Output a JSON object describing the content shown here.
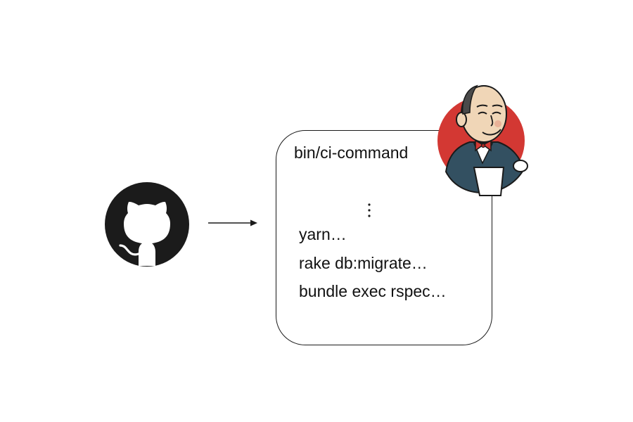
{
  "box": {
    "title": "bin/ci-command",
    "commands": [
      "yarn…",
      "rake db:migrate…",
      "bundle exec rspec…"
    ]
  },
  "icons": {
    "source": "github-octocat-icon",
    "flow": "right-arrow-icon",
    "continuation": "vertical-ellipsis-icon",
    "ci": "jenkins-butler-icon"
  },
  "colors": {
    "github": "#1b1b1b",
    "jenkins_red": "#d33833",
    "jenkins_coat": "#335061",
    "bowtie": "#d33833",
    "line": "#1a1a1a"
  }
}
